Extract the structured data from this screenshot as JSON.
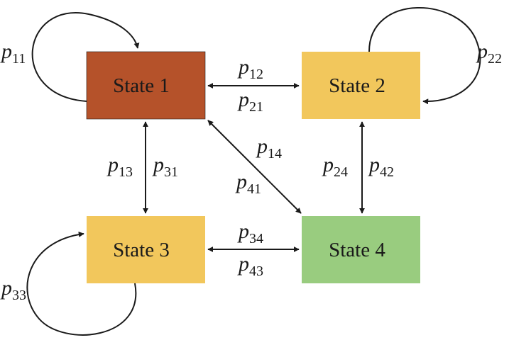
{
  "colors": {
    "state1": "#b5522a",
    "state2": "#f2c75c",
    "state3": "#f2c75c",
    "state4": "#99cc7f",
    "line": "#1a1a1a"
  },
  "states": {
    "s1": "State 1",
    "s2": "State 2",
    "s3": "State 3",
    "s4": "State 4"
  },
  "probabilities": {
    "p11": {
      "base": "p",
      "sub": "11"
    },
    "p22": {
      "base": "p",
      "sub": "22"
    },
    "p33": {
      "base": "p",
      "sub": "33"
    },
    "p12": {
      "base": "p",
      "sub": "12"
    },
    "p21": {
      "base": "p",
      "sub": "21"
    },
    "p13": {
      "base": "p",
      "sub": "13"
    },
    "p31": {
      "base": "p",
      "sub": "31"
    },
    "p14": {
      "base": "p",
      "sub": "14"
    },
    "p41": {
      "base": "p",
      "sub": "41"
    },
    "p24": {
      "base": "p",
      "sub": "24"
    },
    "p42": {
      "base": "p",
      "sub": "42"
    },
    "p34": {
      "base": "p",
      "sub": "34"
    },
    "p43": {
      "base": "p",
      "sub": "43"
    }
  }
}
